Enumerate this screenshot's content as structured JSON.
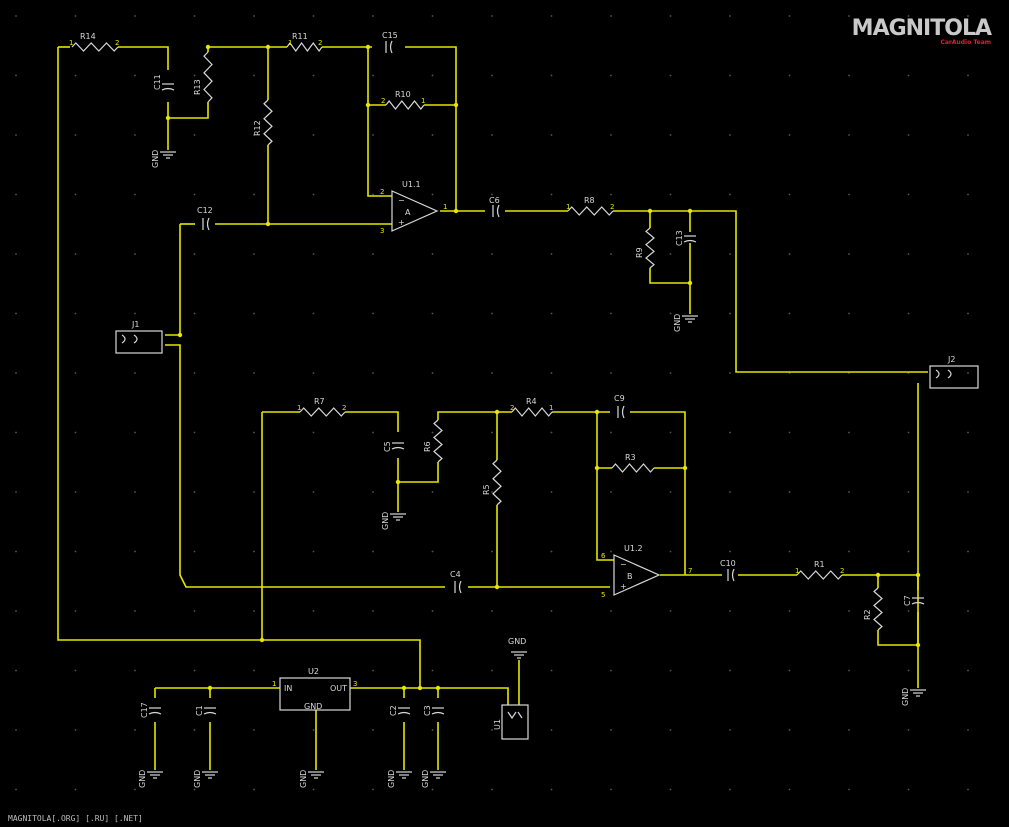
{
  "logo": {
    "text": "MAGNITOLA",
    "subtext": "CarAudio Team"
  },
  "footer": "MAGNITOLA[.ORG] [.RU] [.NET]",
  "colors": {
    "background": "#000000",
    "wire": "#e6e600",
    "component": "#d8d8d8"
  },
  "op_amps": [
    {
      "ref": "U1.1",
      "unit": "A"
    },
    {
      "ref": "U1.2",
      "unit": "B"
    }
  ],
  "resistors": [
    "R14",
    "R13",
    "R11",
    "R12",
    "R10",
    "R8",
    "R9",
    "R7",
    "R6",
    "R5",
    "R4",
    "R3",
    "R1",
    "R2"
  ],
  "capacitors": [
    "C11",
    "C15",
    "C12",
    "C6",
    "C13",
    "C5",
    "C4",
    "C9",
    "C10",
    "C7",
    "C17",
    "C1",
    "C2",
    "C3"
  ],
  "connectors": {
    "J1": "J1",
    "J2": "J2",
    "U1": "U1"
  },
  "regulator": {
    "ref": "U2",
    "in": "IN",
    "out": "OUT",
    "gnd": "GND"
  },
  "ground_label": "GND"
}
